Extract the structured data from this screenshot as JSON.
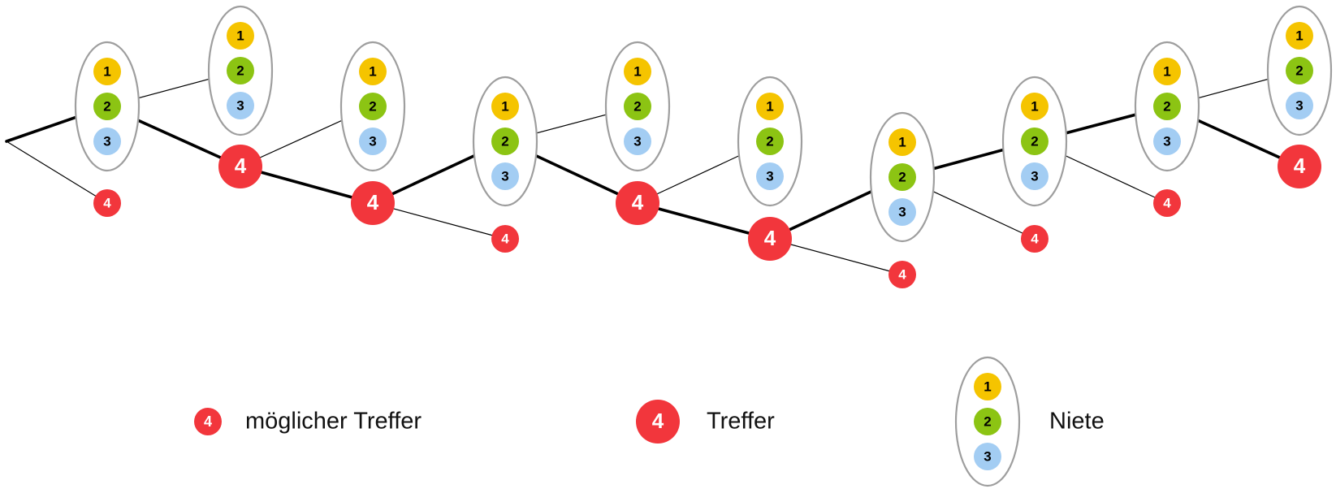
{
  "diagram": {
    "balls": {
      "one": "1",
      "two": "2",
      "three": "3",
      "four": "4"
    },
    "colors": {
      "ball_one": "#f5c400",
      "ball_two": "#8cc413",
      "ball_three": "#a3cdf3",
      "ball_four": "#f2363c",
      "group_outline": "#9e9e9e",
      "path_line": "#000000"
    },
    "stages": 10
  },
  "legend": {
    "possible_hit_label": "möglicher Treffer",
    "hit_label": "Treffer",
    "blank_label": "Niete"
  }
}
